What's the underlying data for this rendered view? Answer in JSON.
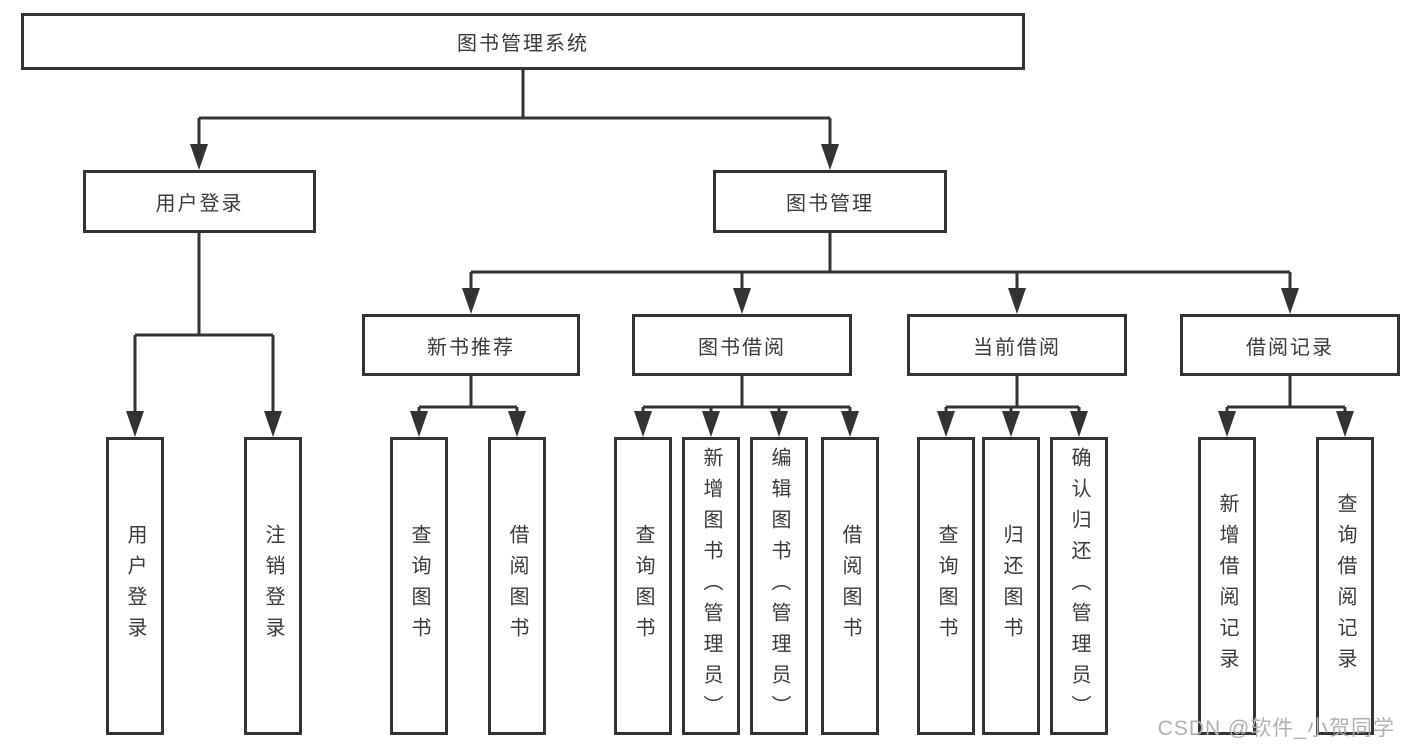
{
  "colors": {
    "line": "#333333",
    "box_border": "#333333",
    "box_fill": "#ffffff",
    "text": "#3a3a3a",
    "watermark": "#b0b0b0",
    "background": "#ffffff"
  },
  "watermark": "CSDN @软件_小贺同学",
  "tree": {
    "label": "图书管理系统",
    "children": [
      {
        "label": "用户登录",
        "children": [
          {
            "label": "用户登录"
          },
          {
            "label": "注销登录"
          }
        ]
      },
      {
        "label": "图书管理",
        "children": [
          {
            "label": "新书推荐",
            "children": [
              {
                "label": "查询图书"
              },
              {
                "label": "借阅图书"
              }
            ]
          },
          {
            "label": "图书借阅",
            "children": [
              {
                "label": "查询图书"
              },
              {
                "label": "新增图书（管理员）"
              },
              {
                "label": "编辑图书（管理员）"
              },
              {
                "label": "借阅图书"
              }
            ]
          },
          {
            "label": "当前借阅",
            "children": [
              {
                "label": "查询图书"
              },
              {
                "label": "归还图书"
              },
              {
                "label": "确认归还（管理员）"
              }
            ]
          },
          {
            "label": "借阅记录",
            "children": [
              {
                "label": "新增借阅记录"
              },
              {
                "label": "查询借阅记录"
              }
            ]
          }
        ]
      }
    ]
  }
}
